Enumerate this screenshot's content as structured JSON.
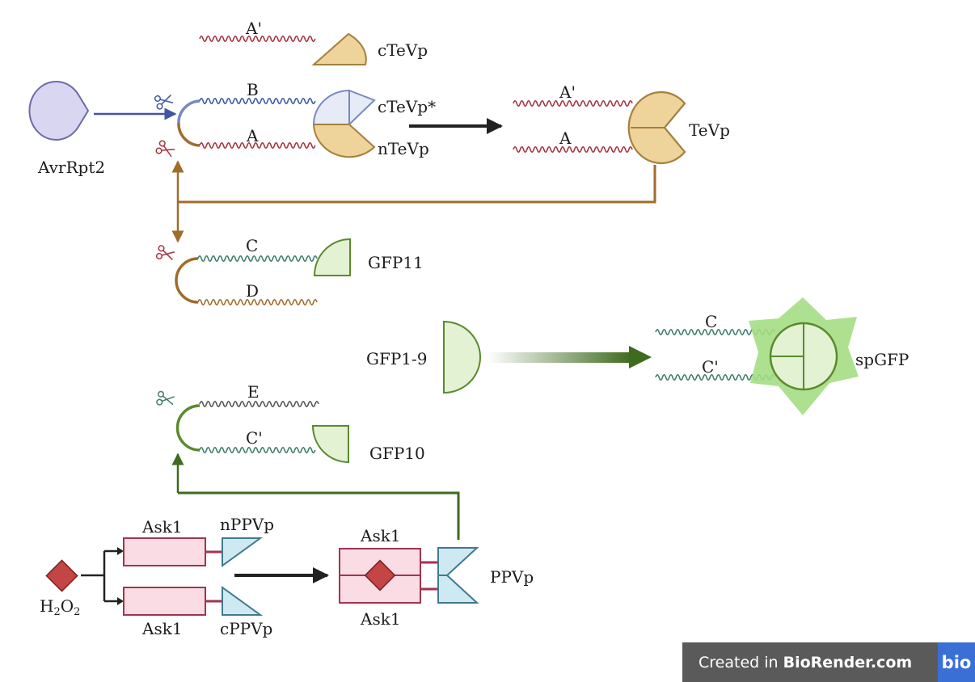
{
  "colors": {
    "tev": "#eed39b",
    "tev_stroke": "#a5803d",
    "blue_fade": "#e7ebf6",
    "blue_stroke": "#7888c2",
    "avr_fill": "#d9d6f2",
    "avr_stroke": "#6e6aa8",
    "red_wave": "#a6333f",
    "blue_wave": "#3f56a3",
    "green_wave": "#3e7d6a",
    "gray_wave": "#555555",
    "brown": "#a06c2a",
    "green_dark": "#3e6b1e",
    "gfp_fill": "#e3f2d3",
    "gfp_stroke": "#5a8a2c",
    "glow": "#a4de83",
    "pink": "#fadde4",
    "pink_stroke": "#a3334f",
    "ppv_fill": "#cfe9f2",
    "ppv_stroke": "#3f7a8c",
    "diamond": "#c44545"
  },
  "icons": {
    "scissors": "scissors-icon",
    "protease": "pacman-protease-icon"
  },
  "labels": {
    "a_prime_top": "A'",
    "ctevp": "cTeVp",
    "b": "B",
    "ctevp_star": "cTeVp*",
    "a": "A",
    "ntevp": "nTeVp",
    "avrrpt2": "AvrRpt2",
    "a_prime_right": "A'",
    "a_right": "A",
    "tevp": "TeVp",
    "c": "C",
    "gfp11": "GFP11",
    "d": "D",
    "gfp1_9": "GFP1-9",
    "c_right": "C",
    "c_prime_right": "C'",
    "spgfp": "spGFP",
    "e": "E",
    "c_prime": "C'",
    "gfp10": "GFP10",
    "ask1_top": "Ask1",
    "nppvp": "nPPVp",
    "ask1_bottom": "Ask1",
    "cppvp": "cPPVp",
    "ask1_complex_top": "Ask1",
    "ask1_complex_bottom": "Ask1",
    "ppvp": "PPVp",
    "h2o2_h": "H",
    "h2o2_sub1": "2",
    "h2o2_o": "O",
    "h2o2_sub2": "2"
  },
  "watermark": {
    "prefix": "Created in ",
    "brand": "BioRender.com",
    "logo": "bio"
  }
}
